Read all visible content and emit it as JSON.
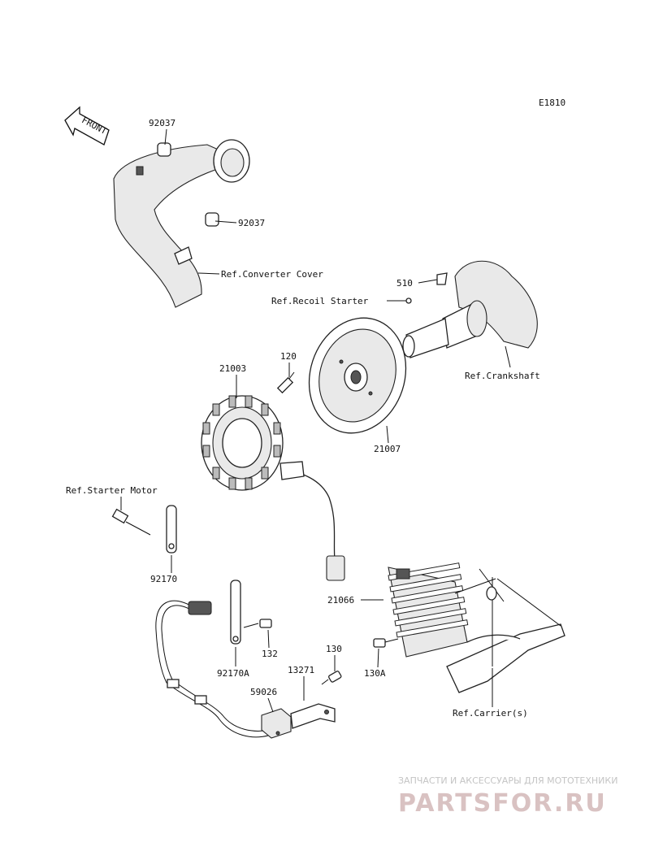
{
  "diagram_code": "E1810",
  "front_arrow_label": "FRONT",
  "labels": {
    "p92037_top": "92037",
    "p92037_mid": "92037",
    "ref_converter_cover": "Ref.Converter Cover",
    "p510": "510",
    "ref_recoil_starter": "Ref.Recoil Starter",
    "p120": "120",
    "p21003": "21003",
    "ref_crankshaft": "Ref.Crankshaft",
    "p21007": "21007",
    "ref_starter_motor": "Ref.Starter Motor",
    "p92170": "92170",
    "p21066": "21066",
    "p132": "132",
    "p92170a": "92170A",
    "p130": "130",
    "p13271": "13271",
    "p130a": "130A",
    "p59026": "59026",
    "ref_carriers": "Ref.Carrier(s)"
  },
  "watermark": {
    "top": "ЗАПЧАСТИ И АКСЕССУАРЫ ДЛЯ МОТОТЕХНИКИ",
    "brand": "PARTSFOR.RU"
  }
}
